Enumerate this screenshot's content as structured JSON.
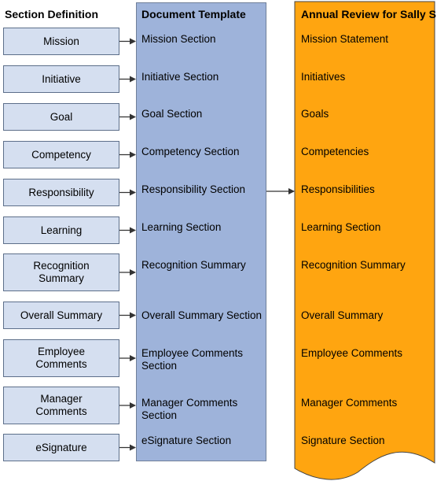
{
  "columns": {
    "definition_title": "Section Definition",
    "template_title": "Document Template",
    "review_title": "Annual Review for Sally S"
  },
  "definitions": [
    "Mission",
    "Initiative",
    "Goal",
    "Competency",
    "Responsibility",
    "Learning",
    "Recognition\nSummary",
    "Overall Summary",
    "Employee\nComments",
    "Manager\nComments",
    "eSignature"
  ],
  "template_sections": [
    "Mission Section",
    "Initiative Section",
    "Goal Section",
    "Competency Section",
    "Responsibility Section",
    "Learning Section",
    "Recognition Summary",
    "Overall Summary Section",
    "Employee Comments\nSection",
    "Manager Comments\nSection",
    "eSignature Section"
  ],
  "review_sections": [
    "Mission Statement",
    "Initiatives",
    "Goals",
    "Competencies",
    "Responsibilities",
    "Learning Section",
    "Recognition Summary",
    "Overall Summary",
    "Employee Comments",
    "Manager Comments",
    "Signature Section"
  ],
  "colors": {
    "definition_fill": "#d5dff0",
    "template_fill": "#9eb3da",
    "review_fill": "#ffa510",
    "arrow": "#333333"
  }
}
